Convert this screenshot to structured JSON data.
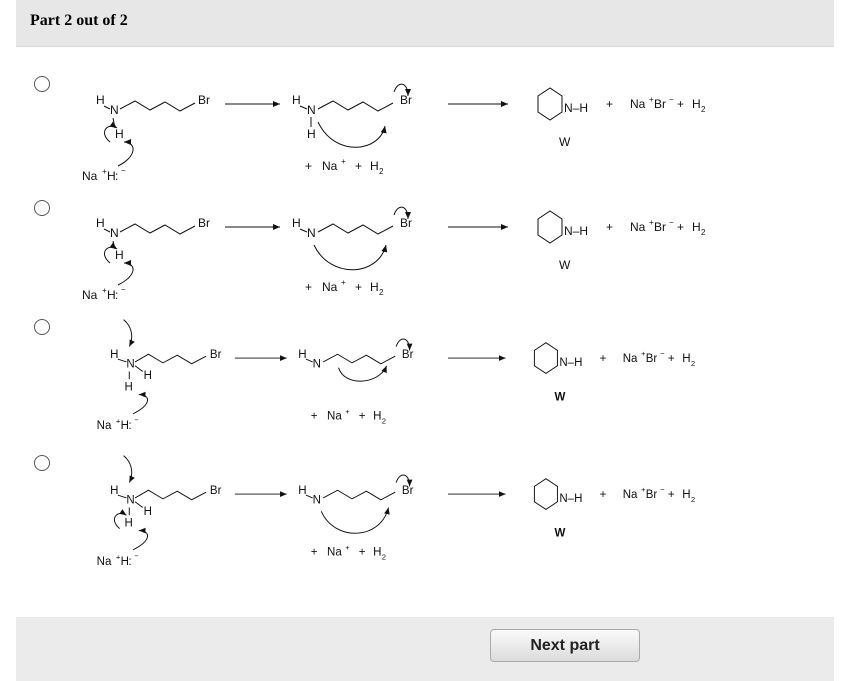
{
  "header": {
    "title": "Part 2 out of 2"
  },
  "chem": {
    "H": "H",
    "N": "N",
    "Br": "Br",
    "NH": "N–H",
    "Na": "Na",
    "plus_sup": "+",
    "minus_sup": "−",
    "plus": "+",
    "H2": "H",
    "sub2": "2",
    "W": "W",
    "NaH_H": "H",
    "colon": ":"
  },
  "options": [
    {
      "id": "option-1"
    },
    {
      "id": "option-2"
    },
    {
      "id": "option-3"
    },
    {
      "id": "option-4"
    }
  ],
  "footer": {
    "next_label": "Next part"
  }
}
